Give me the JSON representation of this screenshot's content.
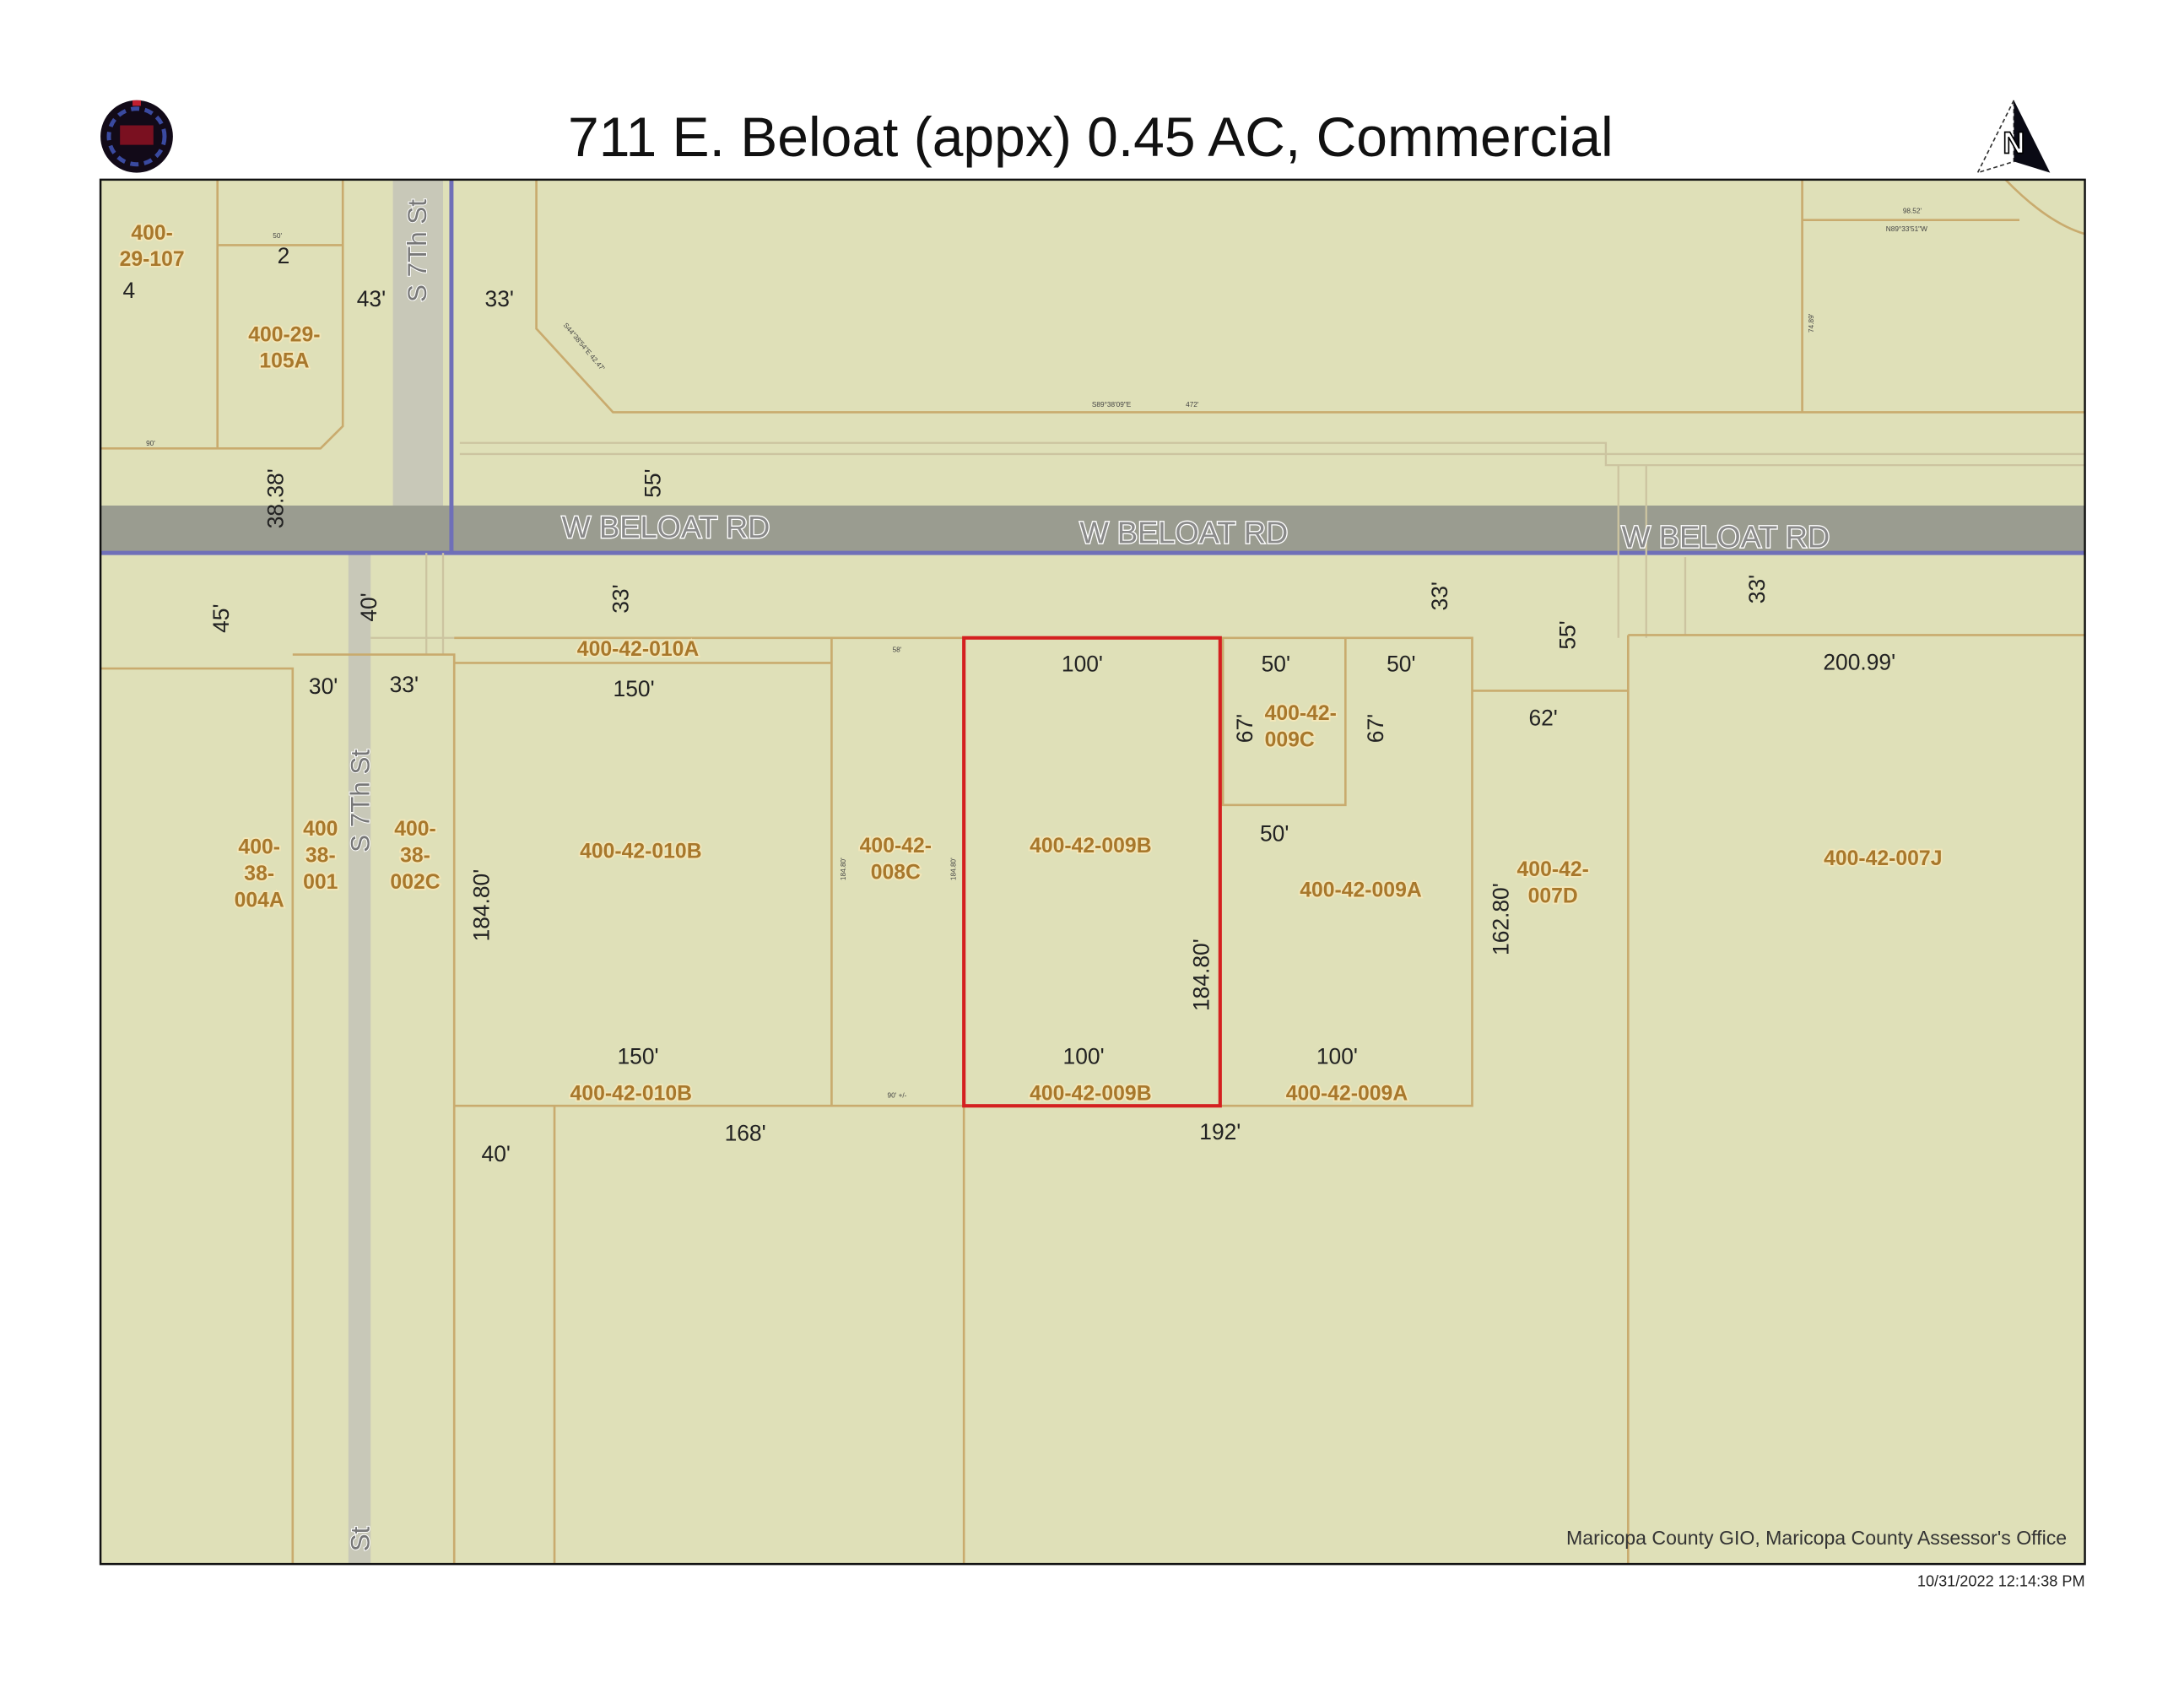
{
  "title": "711 E. Beloat (appx) 0.45 AC, Commercial",
  "colors": {
    "map_bg": "#dfe0b8",
    "parcel_line": "#c9ab6e",
    "road": "#9a9c90",
    "road_edge": "#6f6fb8",
    "subject_outline": "#d42020",
    "apn_text": "#a8782c"
  },
  "icons": {
    "logo": "county-seal-icon",
    "north_arrow": "north-arrow-icon"
  },
  "north_label": "N",
  "roads": {
    "beloat": "W BELOAT RD",
    "seventh_top": "S 7Th St",
    "seventh_bottom": "S 7Th St",
    "seventh_end": "St"
  },
  "parcels": {
    "p29107a": "400-",
    "p29107b": "29-107",
    "p29105a": "400-29-",
    "p29105b": "105A",
    "p010a": "400-42-010A",
    "p010b": "400-42-010B",
    "p010b_bottom": "400-42-010B",
    "p008c_a": "400-42-",
    "p008c_b": "008C",
    "p009b": "400-42-009B",
    "p009b_bottom": "400-42-009B",
    "p009c_a": "400-42-",
    "p009c_b": "009C",
    "p009a": "400-42-009A",
    "p009a_bottom": "400-42-009A",
    "p007d_a": "400-42-",
    "p007d_b": "007D",
    "p007j": "400-42-007J",
    "p004a_a": "400-",
    "p004a_b": "38-",
    "p004a_c": "004A",
    "p001_a": "400",
    "p001_b": "38-",
    "p001_c": "001",
    "p002c_a": "400-",
    "p002c_b": "38-",
    "p002c_c": "002C"
  },
  "dimensions": {
    "d4": "4",
    "d2": "2",
    "d43": "43'",
    "d33a": "33'",
    "d3838": "38.38'",
    "d55a": "55'",
    "d45": "45'",
    "d40a": "40'",
    "d33b": "33'",
    "d30": "30'",
    "d33c": "33'",
    "d150a": "150'",
    "d18480a": "184.80'",
    "d100a": "100'",
    "d50a": "50'",
    "d50b": "50'",
    "d67a": "67'",
    "d67b": "67'",
    "d50c": "50'",
    "d18480b": "184.80'",
    "d150b": "150'",
    "d100b": "100'",
    "d100c": "100'",
    "d33d": "33'",
    "d55b": "55'",
    "d33e": "33'",
    "d20099": "200.99'",
    "d62": "62'",
    "d16280": "162.80'",
    "d40b": "40'",
    "d168": "168'",
    "d192": "192'",
    "s_50": "50'",
    "s_9827": "98.52'",
    "s_bearing1": "N89°33'51\"W",
    "s_7489": "74.89'",
    "s_bearing2": "S89°38'09\"E",
    "s_472": "472'",
    "s_diag": "S44°38'54\"E 42.47'",
    "s_9007": "90'",
    "s_18480a": "184.80'",
    "s_18480b": "184.80'",
    "s_90pm": "90' +/-",
    "s_58": "58'"
  },
  "footer": {
    "credit": "Maricopa County GIO, Maricopa County Assessor's Office",
    "timestamp": "10/31/2022  12:14:38 PM"
  }
}
